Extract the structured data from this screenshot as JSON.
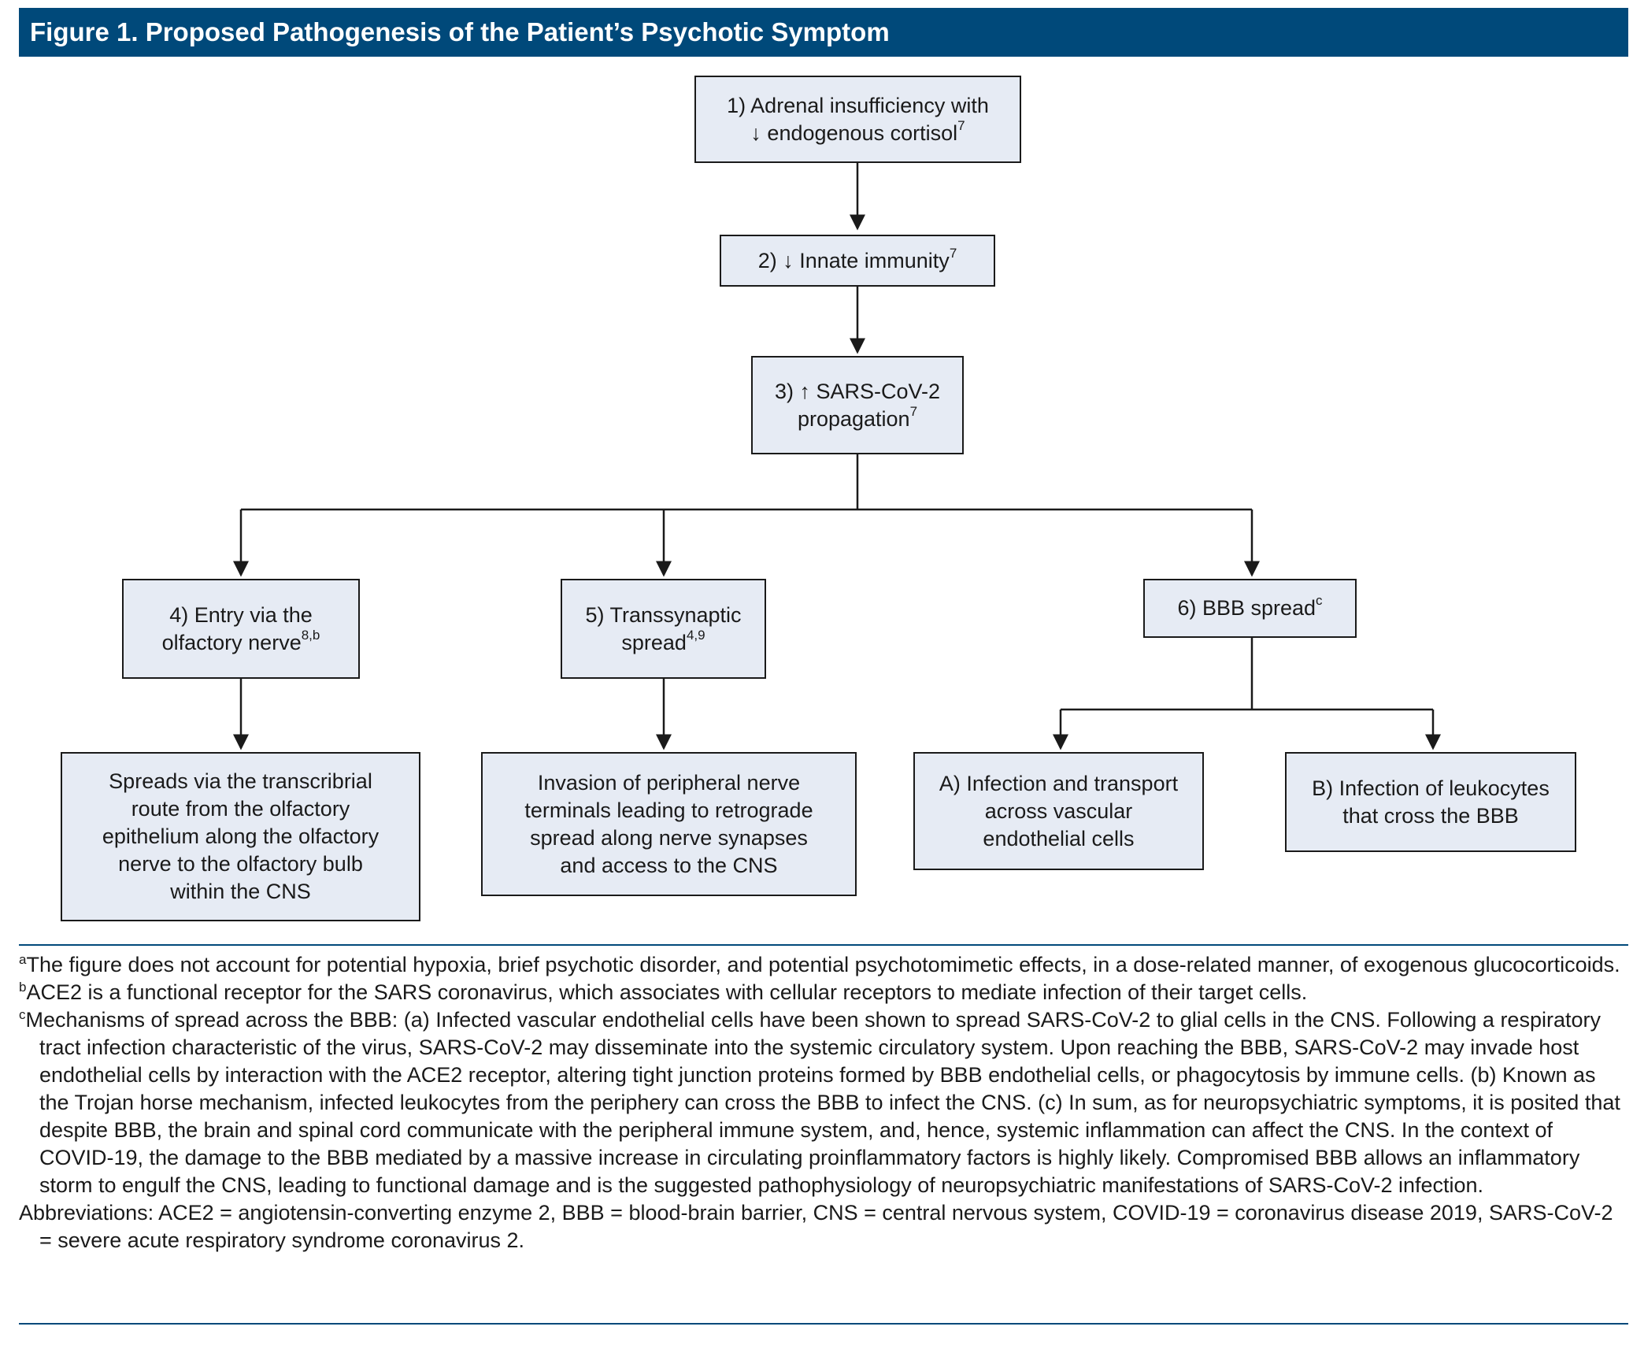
{
  "title": "Figure 1. Proposed Pathogenesis of the Patient’s Psychotic Symptom",
  "nodes": {
    "n1": {
      "label": "1) Adrenal insufficiency with\n↓ endogenous cortisol",
      "ref": "7"
    },
    "n2": {
      "label": "2) ↓ Innate immunity",
      "ref": "7"
    },
    "n3": {
      "label": "3) ↑ SARS-CoV-2\npropagation",
      "ref": "7"
    },
    "n4": {
      "label": "4) Entry via the\nolfactory nerve",
      "ref": "8,b"
    },
    "n5": {
      "label": "5) Transsynaptic\nspread",
      "ref": "4,9"
    },
    "n6": {
      "label": "6) BBB spread",
      "ref": "c"
    },
    "n4a": {
      "label": "Spreads via the transcribrial\nroute from the olfactory\nepithelium along the olfactory\nnerve to the olfactory bulb\nwithin the CNS"
    },
    "n5a": {
      "label": "Invasion of peripheral nerve\nterminals leading to retrograde\nspread along nerve synapses\nand access to the CNS"
    },
    "n6a": {
      "label": "A) Infection and transport\nacross vascular\nendothelial cells"
    },
    "n6b": {
      "label": "B) Infection of leukocytes\nthat cross the BBB"
    }
  },
  "footnotes": [
    {
      "mark": "a",
      "text": "The figure does not account for potential hypoxia, brief psychotic disorder, and potential psychotomimetic effects, in a dose-related manner, of exogenous glucocorticoids."
    },
    {
      "mark": "b",
      "text": "ACE2 is a functional receptor for the SARS coronavirus, which associates with cellular receptors to mediate infection of their target cells."
    },
    {
      "mark": "c",
      "text": "Mechanisms of spread across the BBB: (a) Infected vascular endothelial cells have been shown to spread SARS-CoV-2 to glial cells in the CNS. Following a respiratory tract infection characteristic of the virus, SARS-CoV-2 may disseminate into the systemic circulatory system. Upon reaching the BBB, SARS-CoV-2 may invade host endothelial cells by interaction with the ACE2 receptor, altering tight junction proteins formed by BBB endothelial cells, or phagocytosis by immune cells. (b) Known as the Trojan horse mechanism, infected leukocytes from the periphery can cross the BBB to infect the CNS. (c) In sum, as for neuropsychiatric symptoms, it is posited that despite BBB, the brain and spinal cord communicate with the peripheral immune system, and, hence, systemic inflammation can affect the CNS. In the context of COVID-19, the damage to the BBB mediated by a massive increase in circulating proinflammatory factors is highly likely.  Compromised BBB allows an inflammatory storm to engulf the CNS, leading to functional damage and is the suggested pathophysiology of neuropsychiatric manifestations of SARS-CoV-2 infection."
    }
  ],
  "abbreviations": "Abbreviations: ACE2 = angiotensin-converting enzyme 2, BBB = blood-brain barrier, CNS = central nervous system, COVID-19 = coronavirus disease 2019, SARS-CoV-2 = severe acute respiratory syndrome coronavirus 2.",
  "colors": {
    "title_bg": "#00497a",
    "box_fill": "#e6ebf4",
    "rule": "#00497a"
  }
}
